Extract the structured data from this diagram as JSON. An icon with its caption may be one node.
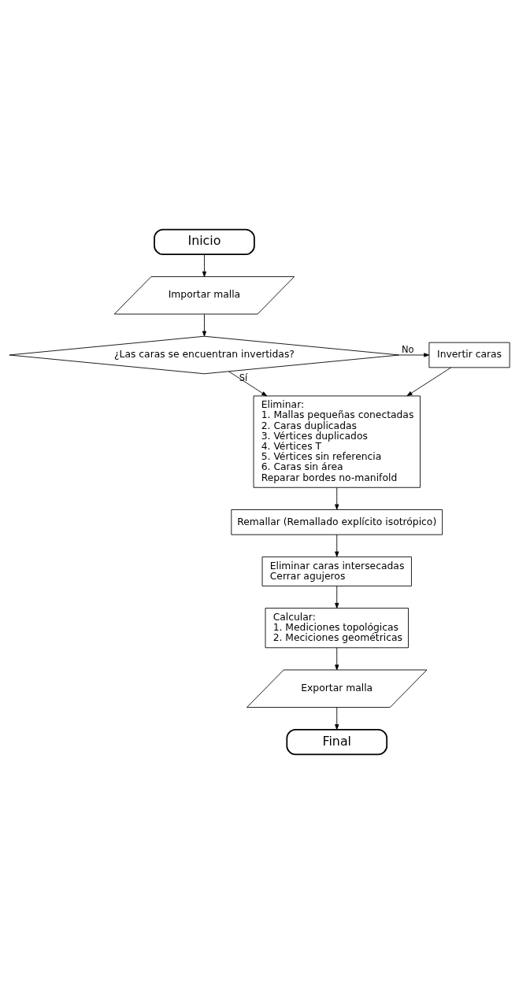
{
  "diagram": {
    "nodes": [
      {
        "text": [
          "Inicio"
        ]
      },
      {
        "text": [
          "Importar malla"
        ]
      },
      {
        "text": [
          "¿Las caras se encuentran invertidas?"
        ]
      },
      {
        "text": [
          "Invertir caras"
        ]
      },
      {
        "text": [
          "Eliminar:",
          "1. Mallas pequeñas conectadas",
          "2. Caras duplicadas",
          "3. Vértices duplicados",
          "4. Vértices T",
          "5. Vértices sin referencia",
          "6. Caras sin área",
          "Reparar bordes no-manifold"
        ]
      },
      {
        "text": [
          "Remallar (Remallado explícito isotrópico)"
        ]
      },
      {
        "text": [
          "Eliminar caras intersecadas",
          "Cerrar agujeros"
        ]
      },
      {
        "text": [
          "Calcular:",
          "1. Mediciones topológicas",
          "2. Meciciones geométricas"
        ]
      },
      {
        "text": [
          "Exportar malla"
        ]
      },
      {
        "text": [
          "Final"
        ]
      }
    ],
    "edges": [
      {
        "from": 0,
        "to": 1,
        "arrow": "to"
      },
      {
        "from": 1,
        "to": 2,
        "arrow": "to"
      },
      {
        "from": 2,
        "to": 3,
        "label": "No",
        "arrow": "to"
      },
      {
        "from": 2,
        "to": 4,
        "label": "Sí",
        "arrow": "to"
      },
      {
        "from": 3,
        "to": 4,
        "arrow": "to"
      },
      {
        "from": 4,
        "to": 5,
        "arrow": "to"
      },
      {
        "from": 5,
        "to": 6,
        "arrow": "to"
      },
      {
        "from": 6,
        "to": 7,
        "arrow": "to"
      },
      {
        "from": 7,
        "to": 8,
        "arrow": "to"
      },
      {
        "from": 8,
        "to": 9,
        "arrow": "to"
      }
    ]
  }
}
